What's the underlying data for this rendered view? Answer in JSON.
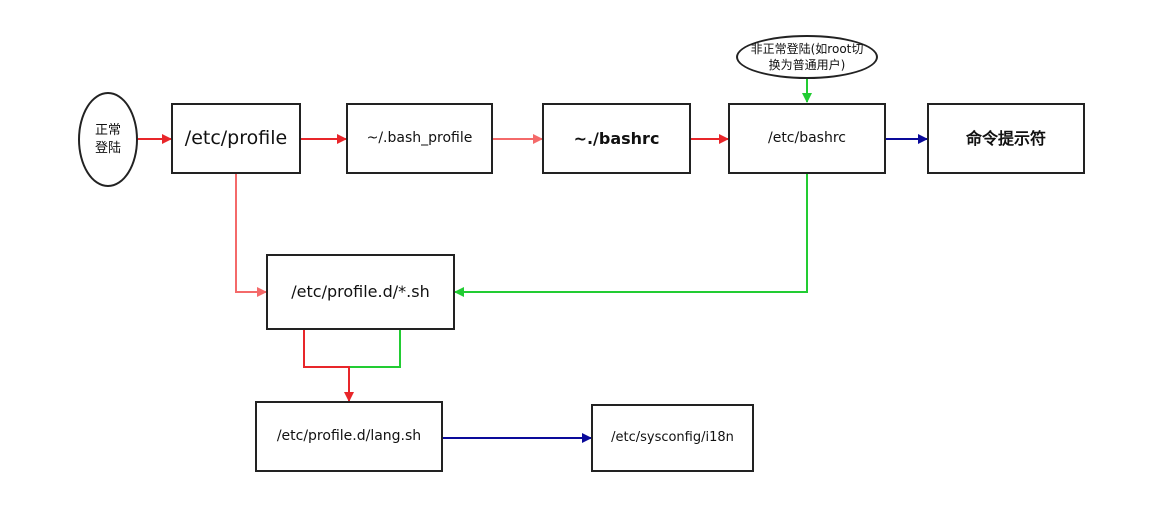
{
  "nodes": {
    "login_normal": "正常\n登陆",
    "login_abnormal": "非正常登陆(如root切\n换为普通用户)",
    "etc_profile": "/etc/profile",
    "bash_profile": "~/.bash_profile",
    "bashrc_user": "~./bashrc",
    "etc_bashrc": "/etc/bashrc",
    "prompt": "命令提示符",
    "profile_d_sh": "/etc/profile.d/*.sh",
    "lang_sh": "/etc/profile.d/lang.sh",
    "sysconfig_i18n": "/etc/sysconfig/i18n"
  },
  "colors": {
    "red": "#e8262a",
    "salmon": "#f46a6a",
    "green": "#22cc33",
    "navy": "#0a0a9a"
  }
}
